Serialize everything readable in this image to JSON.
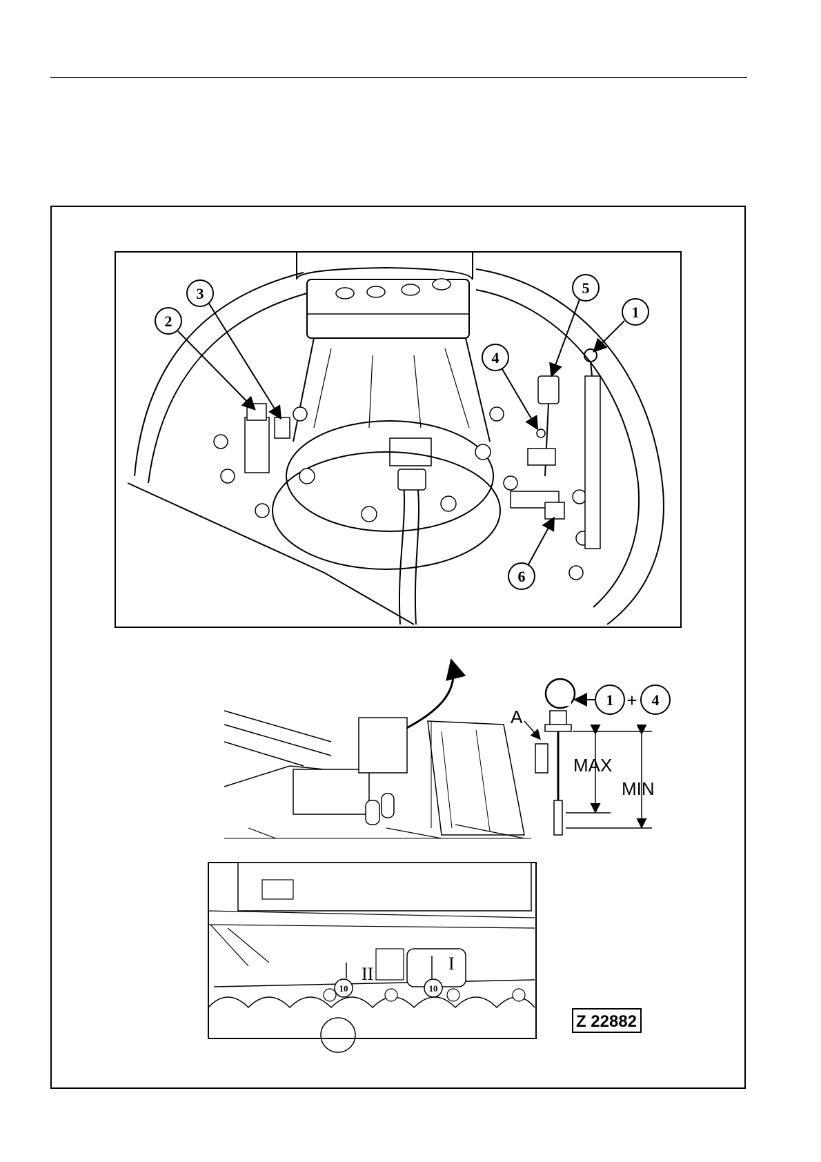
{
  "figure": {
    "callouts_top": [
      "1",
      "2",
      "3",
      "4",
      "5",
      "6"
    ],
    "dipstick": {
      "callout_a": "1",
      "plus": "+",
      "callout_b": "4",
      "label_a": "A",
      "label_max": "MAX",
      "label_min": "MIN"
    },
    "bottom": {
      "roman_one": "I",
      "roman_two": "II",
      "callout_left": "10",
      "callout_right": "10"
    },
    "figure_ref": "Z 22882"
  }
}
